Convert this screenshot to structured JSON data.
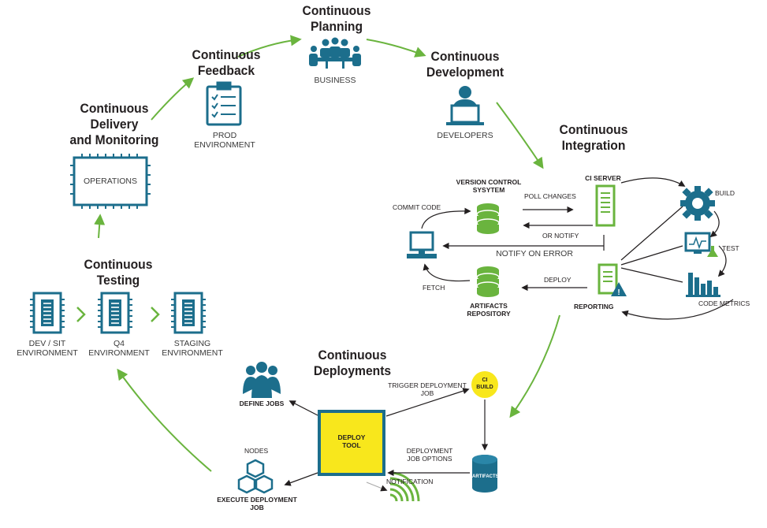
{
  "phases": {
    "planning": [
      "Continuous",
      "Planning"
    ],
    "development": [
      "Continuous",
      "Development"
    ],
    "integration": [
      "Continuous",
      "Integration"
    ],
    "feedback": [
      "Continuous",
      "Feedback"
    ],
    "delivery": [
      "Continuous",
      "Delivery",
      "and Monitoring"
    ],
    "testing": [
      "Continuous",
      "Testing"
    ],
    "deployments": [
      "Continuous",
      "Deployments"
    ]
  },
  "labels": {
    "business": "BUSINESS",
    "developers": "DEVELOPERS",
    "prod_env": [
      "PROD",
      "ENVIRONMENT"
    ],
    "operations": "OPERATIONS",
    "dev_sit": [
      "DEV / SIT",
      "ENVIRONMENT"
    ],
    "q4": [
      "Q4",
      "ENVIRONMENT"
    ],
    "staging": [
      "STAGING",
      "ENVIRONMENT"
    ]
  },
  "ci": {
    "version_control": [
      "VERSION CONTROL",
      "SYSYTEM"
    ],
    "ci_server": "CI SERVER",
    "commit_code": "COMMIT CODE",
    "poll_changes": "POLL CHANGES",
    "or_notify": "OR NOTIFY",
    "notify_on_error": "NOTIFY ON ERROR",
    "build": "BUILD",
    "test": "TEST",
    "code_metrics": "CODE METRICS",
    "deploy": "DEPLOY",
    "fetch": "FETCH",
    "artifacts_repository": [
      "ARTIFACTS",
      "REPOSITORY"
    ],
    "reporting": "REPORTING"
  },
  "deploy": {
    "define_jobs": "DEFINE JOBS",
    "deploy_tool": [
      "DEPLOY",
      "TOOL"
    ],
    "trigger_deployment": [
      "TRIGGER DEPLOYMENT",
      "JOB"
    ],
    "ci_build": [
      "CI",
      "BUILD"
    ],
    "deployment_job_options": [
      "DEPLOYMENT",
      "JOB OPTIONS"
    ],
    "artifacts": "ARTIFACTS",
    "nodes": "NODES",
    "execute_deployment": [
      "EXECUTE DEPLOYMENT",
      "JOB"
    ],
    "notification": "NOTIFICATION"
  },
  "colors": {
    "teal": "#1c6e8c",
    "green": "#6ab43e",
    "yellow": "#f8e71c",
    "dark": "#231f20"
  }
}
